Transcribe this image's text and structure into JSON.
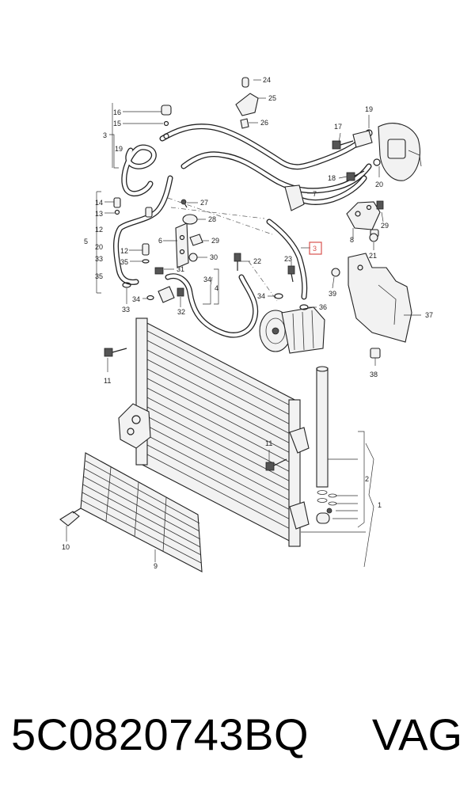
{
  "callouts": {
    "c1": "1",
    "c2": "2",
    "c3": "3",
    "c3b": "3",
    "c4": "4",
    "c5": "5",
    "c6": "6",
    "c7": "7",
    "c8": "8",
    "c9": "9",
    "c10": "10",
    "c11a": "11",
    "c11b": "11",
    "c12a": "12",
    "c12b": "12",
    "c13": "13",
    "c14": "14",
    "c15": "15",
    "c16": "16",
    "c17": "17",
    "c18": "18",
    "c19a": "19",
    "c19b": "19",
    "c20a": "20",
    "c20b": "20",
    "c21": "21",
    "c22": "22",
    "c23": "23",
    "c24": "24",
    "c25": "25",
    "c26": "26",
    "c27": "27",
    "c28": "28",
    "c29a": "29",
    "c29b": "29",
    "c30": "30",
    "c31": "31",
    "c32": "32",
    "c33a": "33",
    "c33b": "33",
    "c34a": "34",
    "c34b": "34",
    "c34c": "34",
    "c35a": "35",
    "c35b": "35",
    "c36": "36",
    "c37": "37",
    "c38": "38",
    "c39": "39"
  },
  "highlight_color": "#d9534f",
  "caption": {
    "part_number": "5C0820743BQ",
    "brand": "VAG"
  }
}
